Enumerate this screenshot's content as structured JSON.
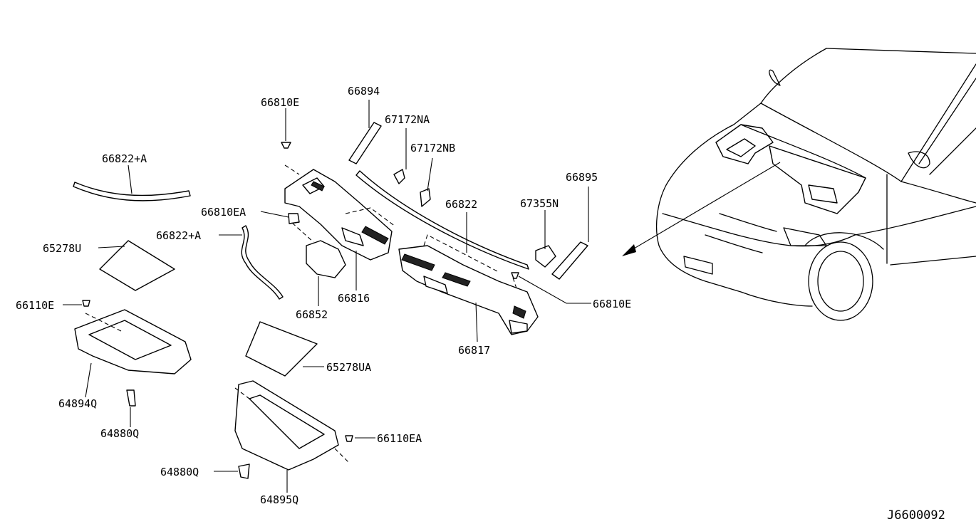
{
  "diagram": {
    "drawing_number": "J6600092",
    "labels": {
      "l_66894": "66894",
      "l_66810e_top": "66810E",
      "l_67172na": "67172NA",
      "l_67172nb": "67172NB",
      "l_66822a_top": "66822+A",
      "l_66895": "66895",
      "l_66822": "66822",
      "l_67355n": "67355N",
      "l_66810ea": "66810EA",
      "l_66822a_mid": "66822+A",
      "l_65278u": "65278U",
      "l_66816": "66816",
      "l_66852": "66852",
      "l_66810e_right": "66810E",
      "l_66110e": "66110E",
      "l_66817": "66817",
      "l_65278ua": "65278UA",
      "l_64894q": "64894Q",
      "l_64880q_top": "64880Q",
      "l_66110ea": "66110EA",
      "l_64880q_bottom": "64880Q",
      "l_64895q": "64895Q"
    }
  }
}
